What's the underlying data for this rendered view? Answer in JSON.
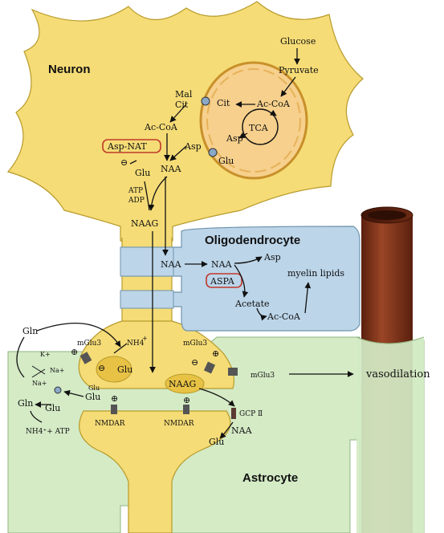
{
  "cells": {
    "neuron": "Neuron",
    "oligodendrocyte": "Oligodendrocyte",
    "astrocyte": "Astrocyte"
  },
  "mitochondrion": {
    "tca": "TCA",
    "glucose": "Glucose",
    "pyruvate": "Pyruvate",
    "ac_coa": "Ac-CoA",
    "cit_in": "Cit",
    "asp_in": "Asp",
    "glu_in": "Glu"
  },
  "neuron_metabolites": {
    "mal": "Mal",
    "cit": "Cit",
    "ac_coa": "Ac-CoA",
    "asp_nat": "Asp-NAT",
    "asp": "Asp",
    "glu": "Glu",
    "naa": "NAA",
    "atp": "ATP",
    "adp": "ADP",
    "naag": "NAAG",
    "inhibit_sign": "⊖"
  },
  "oligodendrocyte_metabolites": {
    "naa_left": "NAA",
    "naa_right": "NAA",
    "asp": "Asp",
    "aspa": "ASPA",
    "acetate": "Acetate",
    "ac_coa": "Ac-CoA",
    "myelin": "myelin lipids"
  },
  "synapse": {
    "gln_top": "Gln",
    "nh4_neuron": "NH4",
    "nh4_sup": "+",
    "mglu3_left": "mGlu3",
    "mglu3_mid": "mGlu3",
    "mglu3_right": "mGlu3",
    "glu_vesicle": "Glu",
    "naag_vesicle": "NAAG",
    "k_plus": "K+",
    "na_plus_1": "Na+",
    "na_plus_2": "Na+",
    "glu_cleft_small": "Glu",
    "glu_cleft": "Glu",
    "gln_astro": "Gln",
    "glu_astro": "Glu",
    "nh4_atp": "NH4⁺+ ATP",
    "nmdar_left": "NMDAR",
    "nmdar_right": "NMDAR",
    "gcp2": "GCP Ⅱ",
    "naa_cleft": "NAA",
    "glu_bottom": "Glu",
    "plus": "⊕",
    "minus": "⊖"
  },
  "vasodilation": "vasodilation",
  "colors": {
    "neuron": "#f5dc76",
    "neuron_stroke": "#b89b2c",
    "oligo": "#bcd5e9",
    "astro": "#d4ebc6",
    "vessel": "#7b3119",
    "mito": "#f6d08c",
    "highlight": "#c0392b"
  }
}
